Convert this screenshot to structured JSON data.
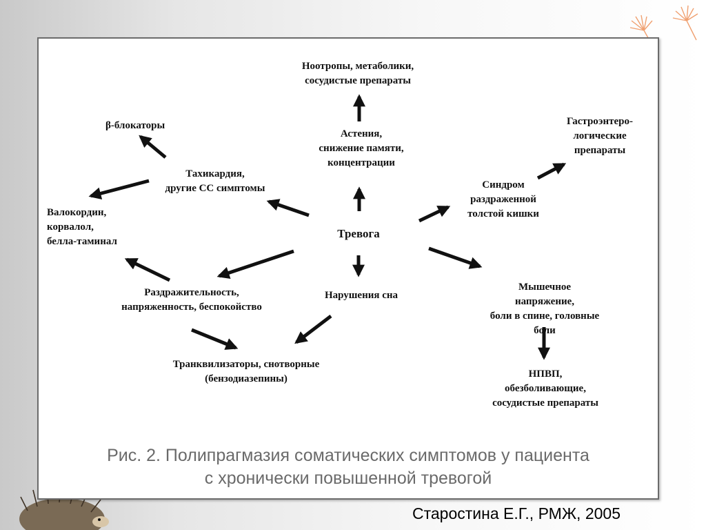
{
  "diagram": {
    "center": "Тревога",
    "nodes": {
      "nootropics": "Ноотропы, метаболики,\nсосудистые препараты",
      "asthenia": "Астения,\nснижение памяти,\nконцентрации",
      "beta_blockers": "β-блокаторы",
      "tachycardia": "Тахикардия,\nдругие СС симптомы",
      "valocordin": "Валокордин,\nкорвалол,\nбелла-таминал",
      "irritability": "Раздражительность,\nнапряженность, беспокойство",
      "sleep": "Нарушения сна",
      "tranquilizers": "Транквилизаторы, снотворные\n(бензодиазепины)",
      "gastro": "Гастроэнтеро-\nлогические\nпрепараты",
      "ibs": "Синдром\nраздраженной\nтолстой кишки",
      "muscle": "Мышечное напряжение,\nболи в спине, головные боли",
      "nsaids": "НПВП, обезболивающие,\nсосудистые препараты"
    },
    "caption": "Рис. 2. Полипрагмазия соматических симптомов у пациента\nс хронически повышенной тревогой"
  },
  "footer": {
    "citation": "Старостина Е.Г., РМЖ, 2005"
  }
}
